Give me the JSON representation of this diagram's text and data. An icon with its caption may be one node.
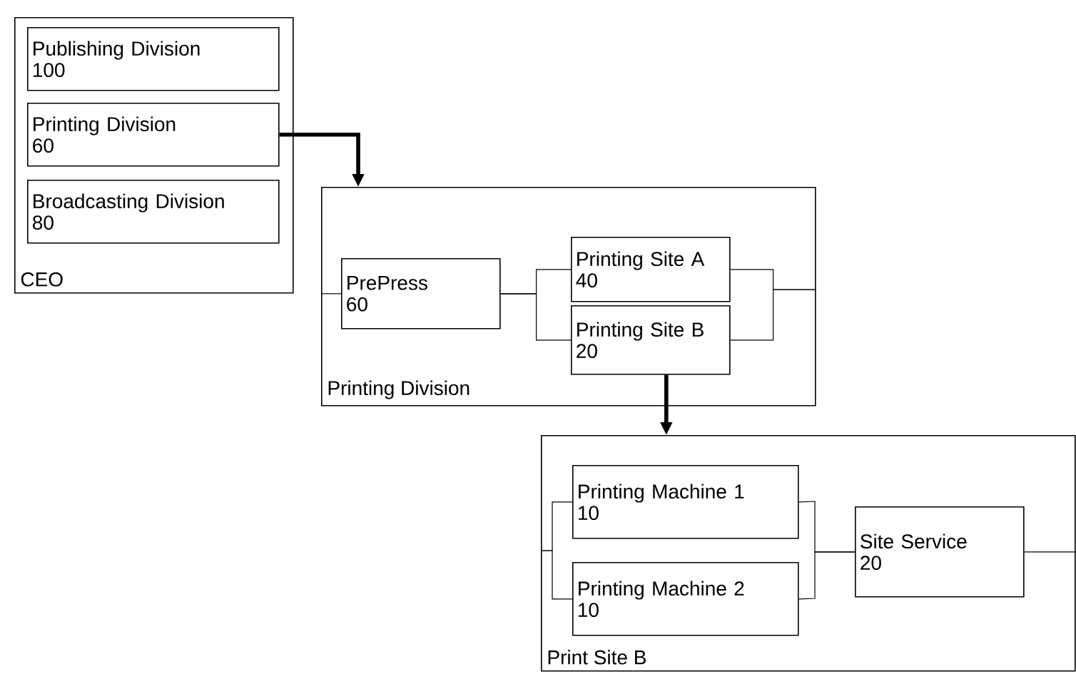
{
  "diagram": {
    "nodes": [
      {
        "text": [
          "CEO"
        ]
      },
      {
        "text": [
          "Publishing Division",
          "100"
        ],
        "in": 0
      },
      {
        "text": [
          "Printing Division",
          "60"
        ],
        "in": 0
      },
      {
        "text": [
          "Broadcasting Division",
          "80"
        ],
        "in": 0
      },
      {
        "text": [
          "Printing Division"
        ]
      },
      {
        "text": [
          "PrePress",
          "60"
        ],
        "in": 4
      },
      {
        "text": [
          "Printing Site A",
          "40"
        ],
        "in": 4
      },
      {
        "text": [
          "Printing Site B",
          "20"
        ],
        "in": 4
      },
      {
        "text": [
          "Print Site B"
        ]
      },
      {
        "text": [
          "Printing Machine 1",
          "10"
        ],
        "in": 8
      },
      {
        "text": [
          "Printing Machine 2",
          "10"
        ],
        "in": 8
      },
      {
        "text": [
          "Site Service",
          "20"
        ],
        "in": 8
      }
    ],
    "edges": [
      {
        "from": 2,
        "to": 4,
        "arrow": "to",
        "style": "thick"
      },
      {
        "from": 7,
        "to": 8,
        "arrow": "to",
        "style": "thick"
      },
      {
        "from": 4,
        "to": 5,
        "arrow": "none"
      },
      {
        "from": 5,
        "to": 6,
        "arrow": "none"
      },
      {
        "from": 5,
        "to": 7,
        "arrow": "none"
      },
      {
        "from": 6,
        "to": 4,
        "arrow": "none"
      },
      {
        "from": 7,
        "to": 4,
        "arrow": "none"
      },
      {
        "from": 8,
        "to": 9,
        "arrow": "none"
      },
      {
        "from": 8,
        "to": 10,
        "arrow": "none"
      },
      {
        "from": 9,
        "to": 11,
        "arrow": "none"
      },
      {
        "from": 10,
        "to": 11,
        "arrow": "none"
      },
      {
        "from": 11,
        "to": 8,
        "arrow": "none"
      }
    ]
  }
}
